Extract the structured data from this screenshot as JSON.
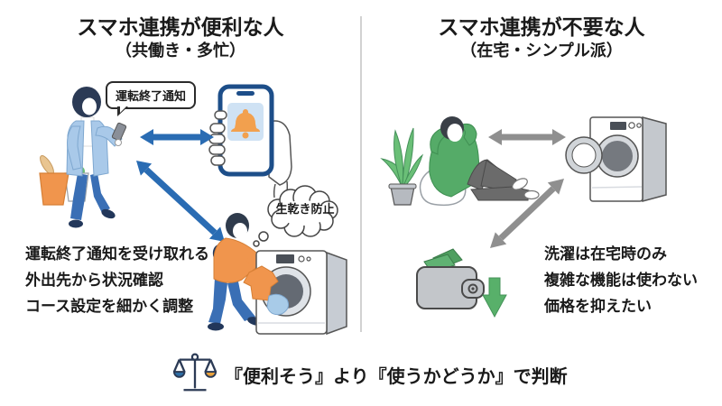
{
  "left_panel": {
    "title": "スマホ連携が便利な人",
    "subtitle": "（共働き・多忙）",
    "speech_bubble": "運転終了通知",
    "thought_bubble": "生乾き防止",
    "benefits": [
      "運転終了通知を受け取れる",
      "外出先から状況確認",
      "コース設定を細かく調整"
    ]
  },
  "right_panel": {
    "title": "スマホ連携が不要な人",
    "subtitle": "（在宅・シンプル派）",
    "reasons": [
      "洗濯は在宅時のみ",
      "複雑な機能は使わない",
      "価格を抑えたい"
    ]
  },
  "footer": {
    "conclusion": "『便利そう』より『使うかどうか』で判断"
  },
  "icons": {
    "notification": "bell-icon",
    "judgement": "balance-scale-icon",
    "cost_down": "green-down-arrow-icon",
    "money": "wallet-icon"
  },
  "colors": {
    "arrow_blue": "#2a6cb3",
    "arrow_gray": "#8f8f8f",
    "accent_orange": "#f0954d",
    "accent_green": "#55ab68",
    "scale_pan_left": "#2e6da4",
    "scale_pan_right": "#e8a13c"
  }
}
